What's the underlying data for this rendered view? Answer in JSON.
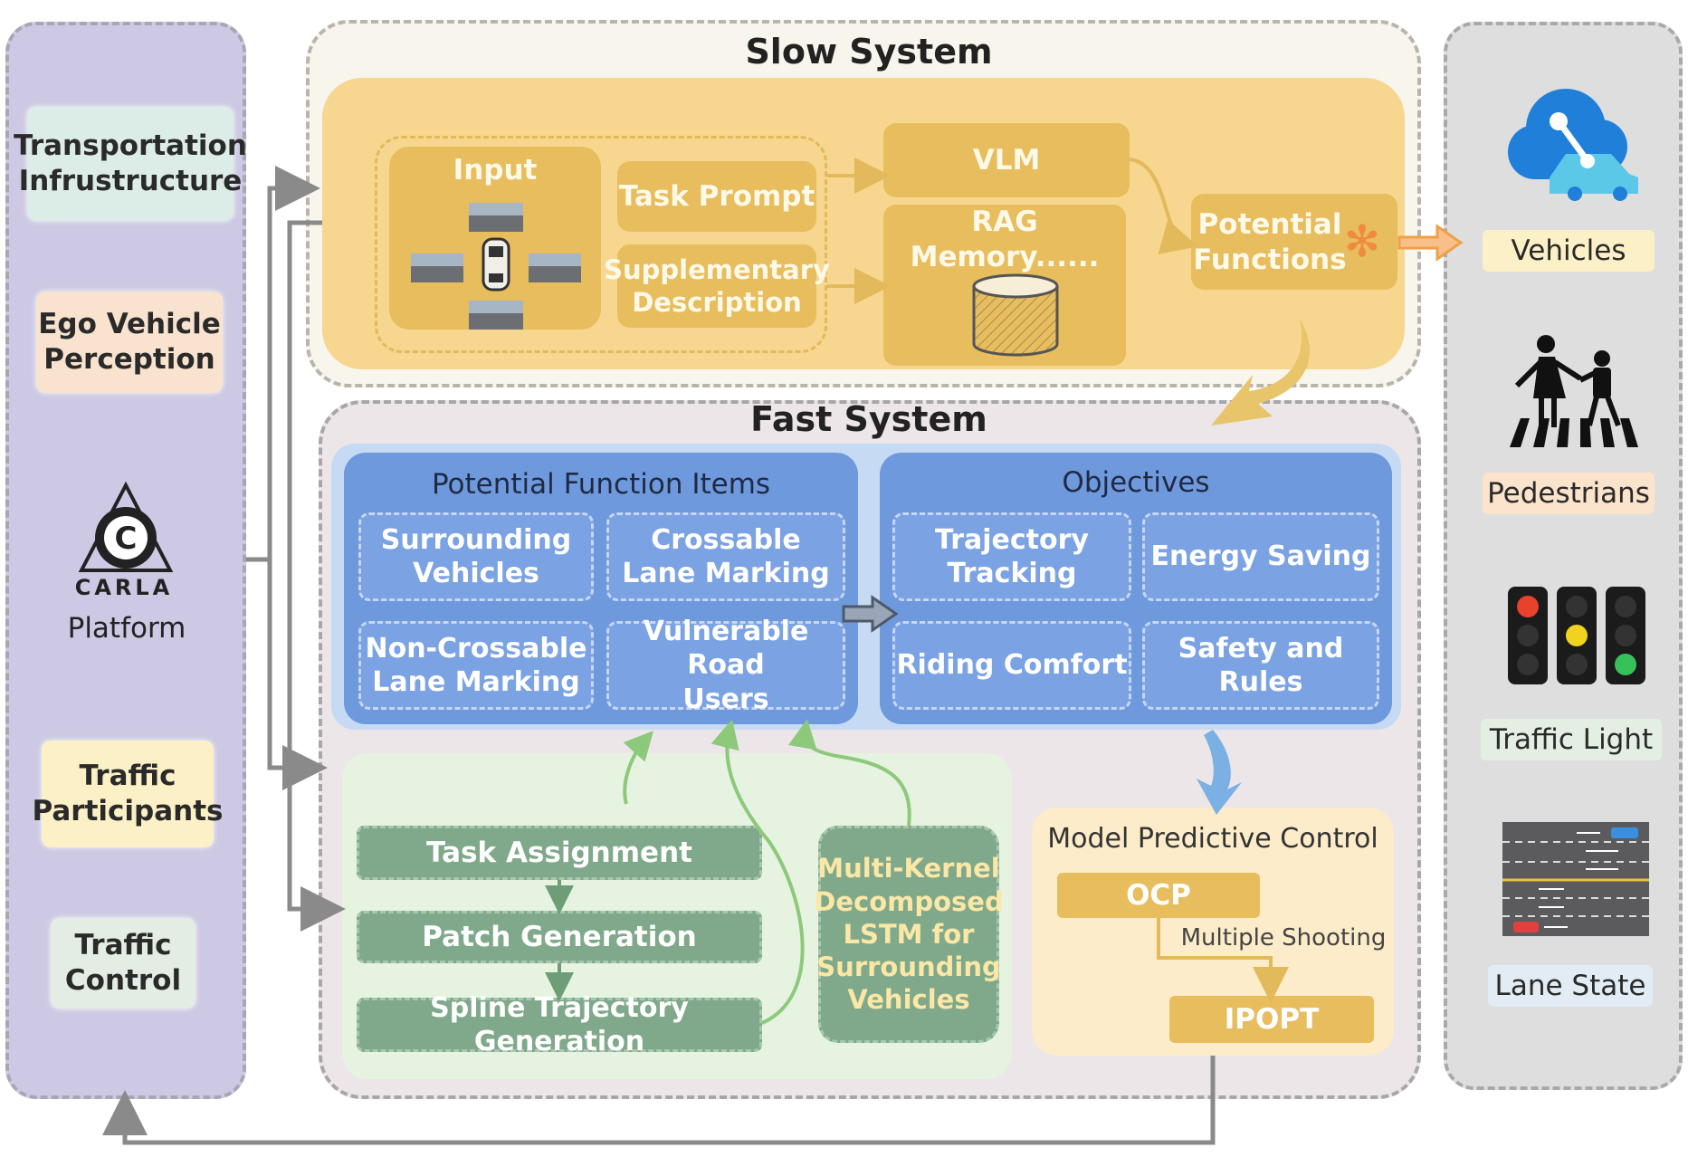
{
  "left_panel": {
    "items": [
      {
        "label": "Transportation\nInfrustructure",
        "bg": "#dcece6"
      },
      {
        "label": "Ego Vehicle\nPerception",
        "bg": "#f9e3cf"
      },
      {
        "label": "Traffic\nParticipants",
        "bg": "#fbf0c6"
      },
      {
        "label": "Traffic\nControl",
        "bg": "#e3ede3"
      }
    ],
    "platform": {
      "logo_text": "CARLA",
      "label": "Platform"
    }
  },
  "slow_system": {
    "title": "Slow System",
    "input_label": "Input",
    "task_prompt": "Task Prompt",
    "supplementary": "Supplementary\nDescription",
    "vlm": "VLM",
    "rag": "RAG\nMemory......",
    "potential": "Potential\nFunctions"
  },
  "fast_system": {
    "title": "Fast System",
    "pf_title": "Potential Function Items",
    "pf_items": [
      "Surrounding\nVehicles",
      "Crossable\nLane Marking",
      "Non-Crossable\nLane Marking",
      "Vulnerable Road\nUsers"
    ],
    "obj_title": "Objectives",
    "obj_items": [
      "Trajectory\nTracking",
      "Energy Saving",
      "Riding Comfort",
      "Safety and\nRules"
    ],
    "planning": [
      "Task Assignment",
      "Patch Generation",
      "Spline Trajectory Generation"
    ],
    "lstm": "Multi-Kernel\nDecomposed\nLSTM for\nSurrounding\nVehicles",
    "mpc_title": "Model Predictive Control",
    "ocp": "OCP",
    "shooting": "Multiple Shooting",
    "ipopt": "IPOPT"
  },
  "right_panel": {
    "items": [
      {
        "label": "Vehicles",
        "icon": "cloud-car-icon",
        "bg": "#fbf0c6"
      },
      {
        "label": "Pedestrians",
        "icon": "pedestrian-crossing-icon",
        "bg": "#fbe3cc"
      },
      {
        "label": "Traffic Light",
        "icon": "traffic-light-icon",
        "bg": "#e4efe4"
      },
      {
        "label": "Lane State",
        "icon": "lane-state-icon",
        "bg": "#e2ecf4"
      }
    ]
  },
  "colors": {
    "slow_yellow": "#f7d690",
    "box_yellow": "#e7bd5e",
    "pf_blue": "#6f99dd",
    "plan_green": "#7fa98a",
    "arrow_gray": "#8a8a8a",
    "arrow_green": "#8cc97a",
    "arrow_orange": "#f0a04a"
  }
}
